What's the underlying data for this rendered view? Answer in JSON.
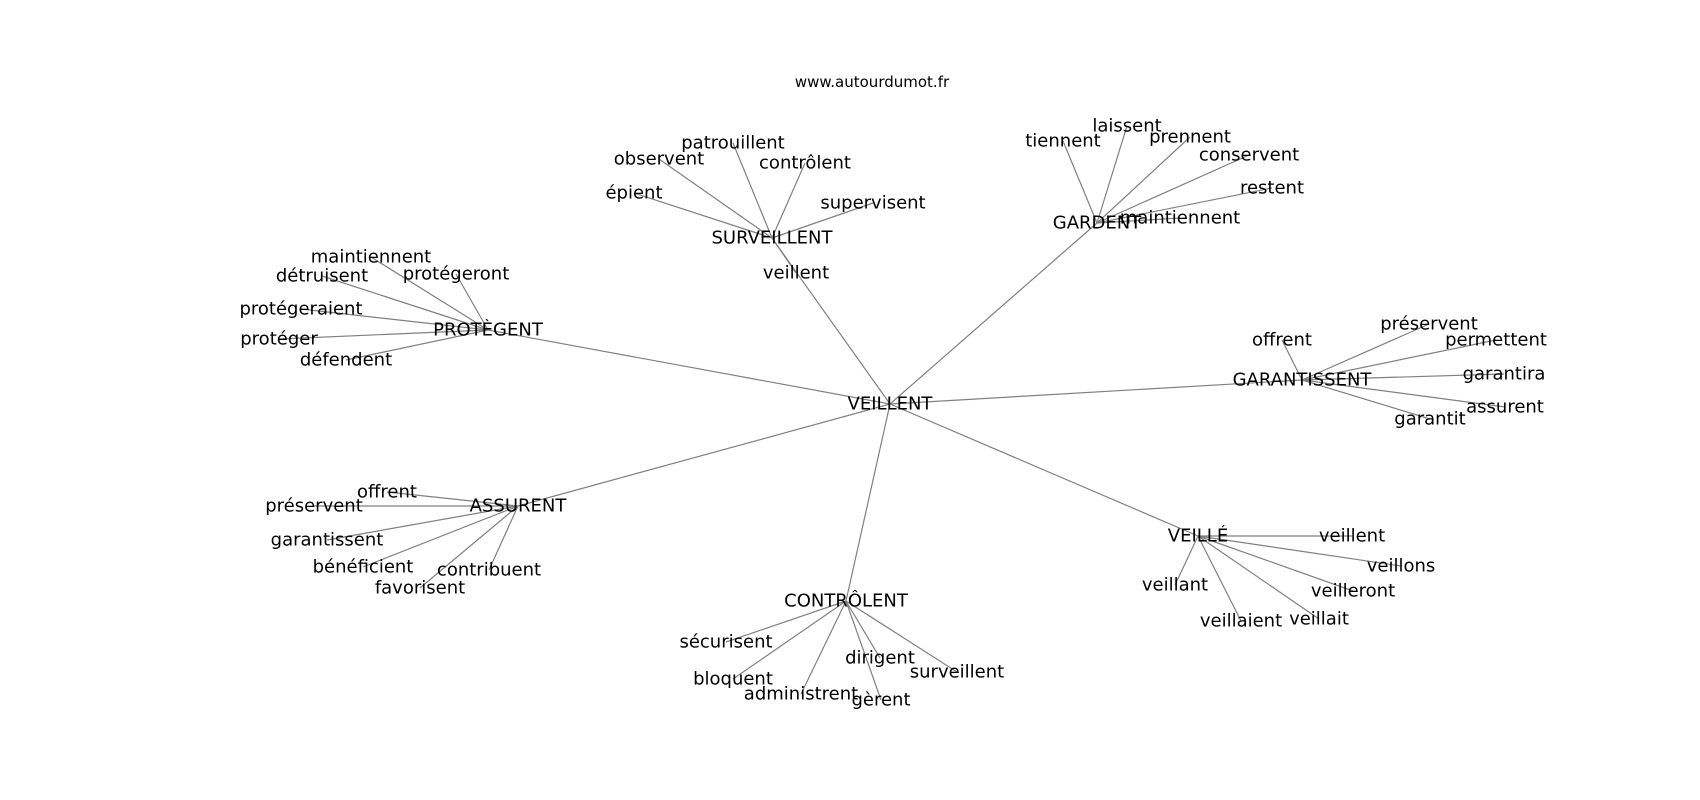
{
  "source": "www.autourdumot.fr",
  "colors": {
    "edge": "#808080",
    "text": "#000000",
    "background": "#ffffff"
  },
  "graph": {
    "root": "VEILLENT",
    "hubs": [
      {
        "label": "SURVEILLENT",
        "leaves": [
          "patrouillent",
          "observent",
          "contrôlent",
          "épient",
          "supervisent",
          "veillent"
        ]
      },
      {
        "label": "GARDENT",
        "leaves": [
          "laissent",
          "tiennent",
          "prennent",
          "conservent",
          "restent",
          "maintiennent"
        ]
      },
      {
        "label": "PROTÈGENT",
        "leaves": [
          "maintiennent",
          "détruisent",
          "protégeront",
          "protégeraient",
          "protéger",
          "défendent"
        ]
      },
      {
        "label": "GARANTISSENT",
        "leaves": [
          "offrent",
          "préservent",
          "permettent",
          "garantira",
          "assurent",
          "garantit"
        ]
      },
      {
        "label": "ASSURENT",
        "leaves": [
          "offrent",
          "préservent",
          "garantissent",
          "bénéficient",
          "contribuent",
          "favorisent"
        ]
      },
      {
        "label": "VEILLÉ",
        "leaves": [
          "veillent",
          "veillons",
          "veillant",
          "veilleront",
          "veillaient",
          "veillait"
        ]
      },
      {
        "label": "CONTRÔLENT",
        "leaves": [
          "sécurisent",
          "dirigent",
          "surveillent",
          "bloquent",
          "administrent",
          "gèrent"
        ]
      }
    ]
  }
}
